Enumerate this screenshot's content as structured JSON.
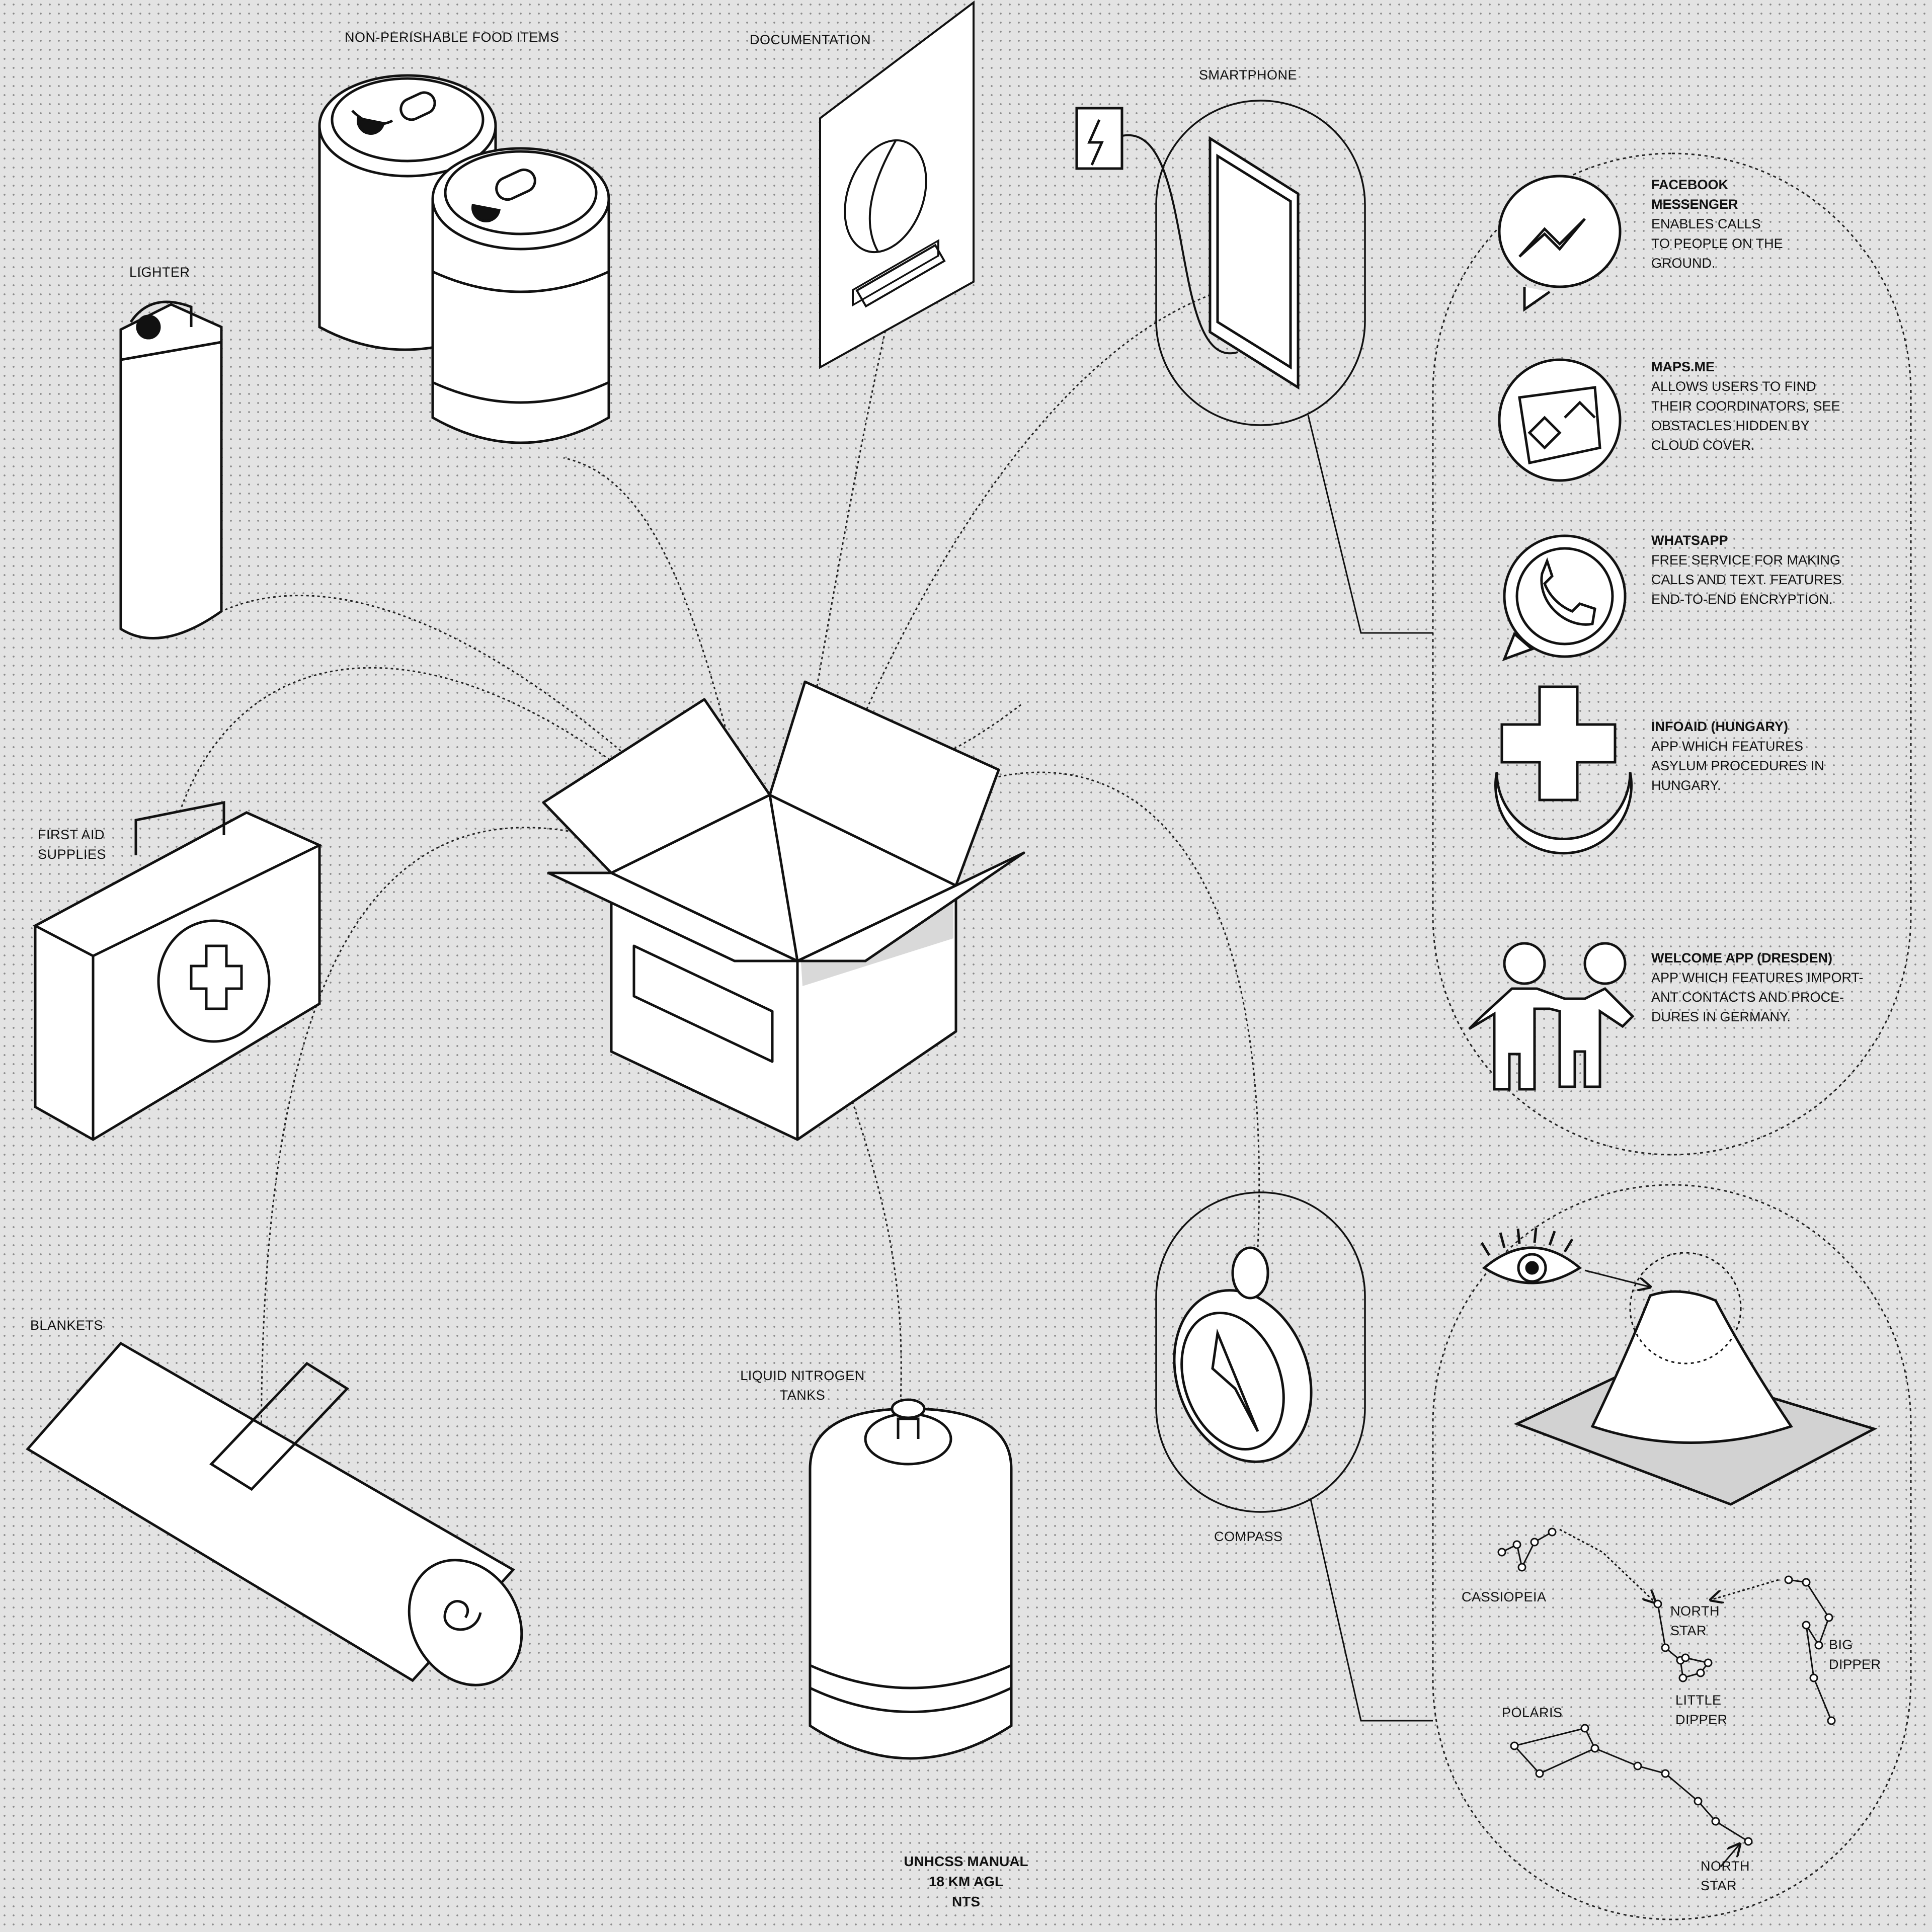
{
  "items": {
    "food": "NON-PERISHABLE FOOD ITEMS",
    "documentation": "DOCUMENTATION",
    "smartphone": "SMARTPHONE",
    "lighter": "LIGHTER",
    "first_aid": [
      "FIRST AID",
      "SUPPLIES"
    ],
    "blankets": "BLANKETS",
    "nitrogen": [
      "LIQUID NITROGEN",
      "TANKS"
    ],
    "compass": "COMPASS"
  },
  "apps": [
    {
      "name": [
        "FACEBOOK",
        "MESSENGER"
      ],
      "description": [
        "ENABLES CALLS",
        "TO PEOPLE ON THE",
        "GROUND."
      ],
      "icon": "messenger-icon"
    },
    {
      "name": [
        "MAPS.ME"
      ],
      "description": [
        "ALLOWS USERS TO FIND",
        "THEIR COORDINATORS, SEE",
        "OBSTACLES HIDDEN BY",
        "CLOUD COVER."
      ],
      "icon": "map-icon"
    },
    {
      "name": [
        "WHATSAPP"
      ],
      "description": [
        "FREE SERVICE FOR MAKING",
        "CALLS AND TEXT. FEATURES",
        "END-TO-END ENCRYPTION."
      ],
      "icon": "whatsapp-icon"
    },
    {
      "name": [
        "INFOAID (HUNGARY)"
      ],
      "description": [
        "APP WHICH FEATURES",
        "ASYLUM PROCEDURES IN",
        "HUNGARY."
      ],
      "icon": "red-cross-crescent-icon"
    },
    {
      "name": [
        "WELCOME APP (DRESDEN)"
      ],
      "description": [
        "APP WHICH FEATURES IMPORT-",
        "ANT CONTACTS AND PROCE-",
        "DURES IN GERMANY."
      ],
      "icon": "people-icon"
    }
  ],
  "navigation": {
    "cassiopeia": "CASSIOPEIA",
    "north_star_1": [
      "NORTH",
      "STAR"
    ],
    "big_dipper": [
      "BIG",
      "DIPPER"
    ],
    "little_dipper": [
      "LITTLE",
      "DIPPER"
    ],
    "polaris": "POLARIS",
    "north_star_2": [
      "NORTH",
      "STAR"
    ]
  },
  "footnote": [
    "UNHCSS MANUAL",
    "18 KM AGL",
    "NTS"
  ]
}
